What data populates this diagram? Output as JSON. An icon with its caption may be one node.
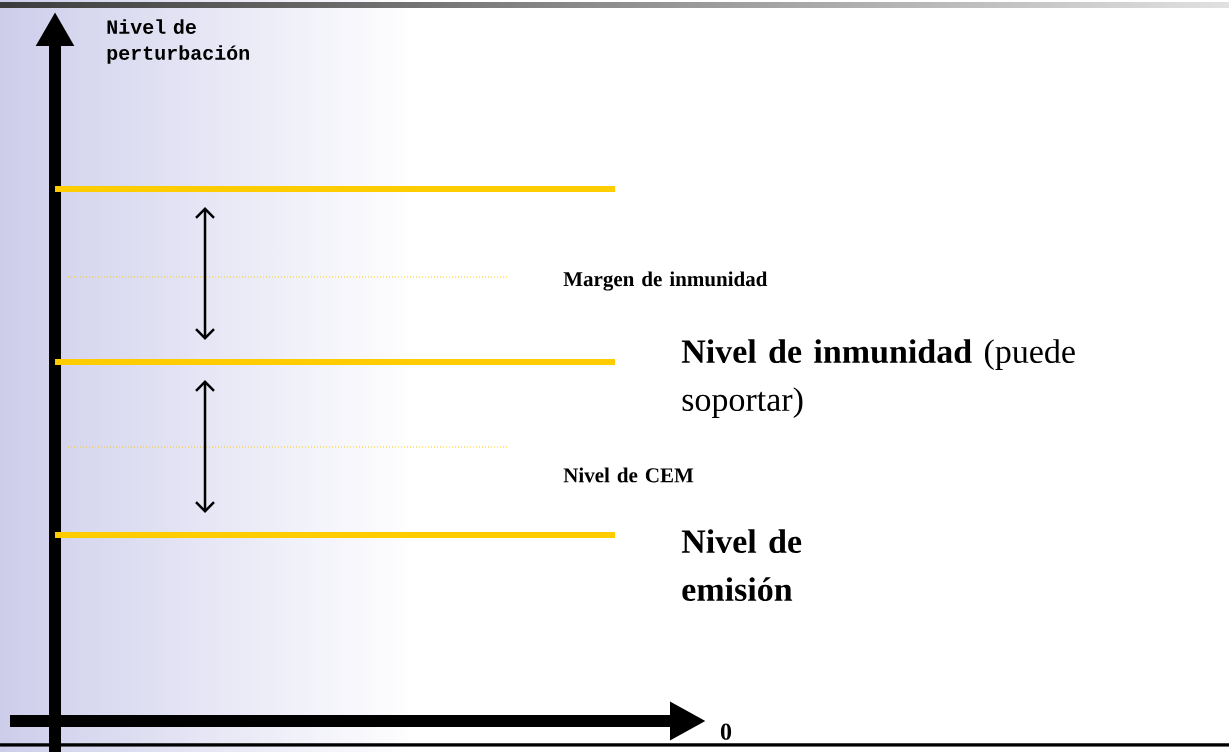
{
  "diagram": {
    "labels": [
      "Nivel de perturbación",
      "Margen de inmunidad",
      "**Nivel de inmunidad** (puede soportar)",
      "Nivel de CEM",
      "Nivel de emisión",
      "0"
    ]
  }
}
